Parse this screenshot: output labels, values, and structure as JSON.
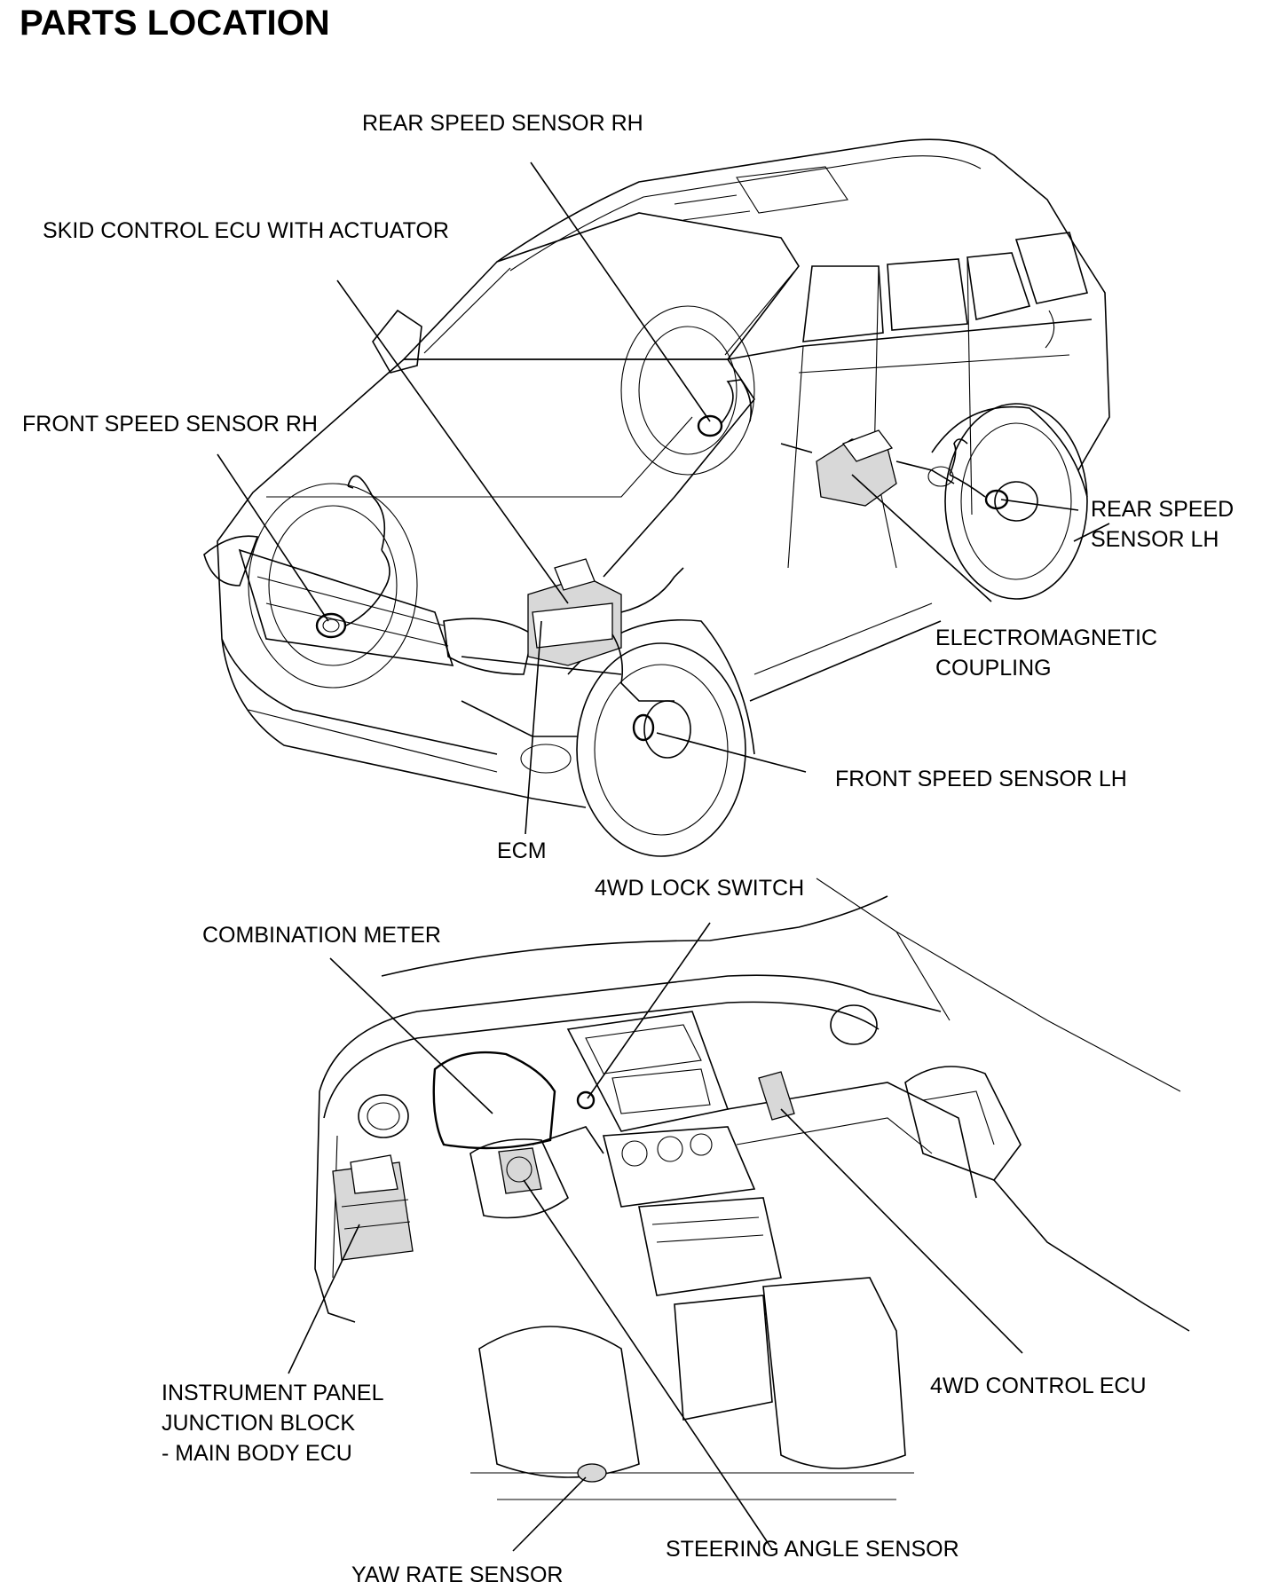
{
  "title": "PARTS LOCATION",
  "labels": {
    "rear_speed_sensor_rh": "REAR SPEED SENSOR RH",
    "skid_control_ecu": "SKID CONTROL ECU WITH ACTUATOR",
    "front_speed_sensor_rh": "FRONT SPEED SENSOR RH",
    "rear_speed_sensor_lh_1": "REAR SPEED",
    "rear_speed_sensor_lh_2": "SENSOR LH",
    "electromagnetic_coupling_1": "ELECTROMAGNETIC",
    "electromagnetic_coupling_2": "COUPLING",
    "front_speed_sensor_lh": "FRONT SPEED SENSOR LH",
    "ecm": "ECM",
    "lock_switch_4wd": "4WD LOCK SWITCH",
    "combination_meter": "COMBINATION METER",
    "control_ecu_4wd": "4WD CONTROL ECU",
    "instrument_panel_jb_1": "INSTRUMENT PANEL",
    "instrument_panel_jb_2": "JUNCTION BLOCK",
    "instrument_panel_jb_3": "- MAIN BODY ECU",
    "steering_angle_sensor": "STEERING ANGLE SENSOR",
    "yaw_rate_sensor": "YAW RATE SENSOR"
  }
}
